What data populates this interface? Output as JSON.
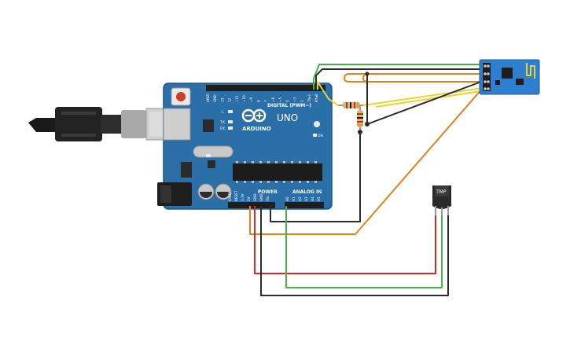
{
  "board": {
    "brand": "ARDUINO",
    "model": "UNO",
    "digital_header_label": "DIGITAL (PWM~)",
    "power_header_label": "POWER",
    "analog_header_label": "ANALOG IN",
    "led_labels": [
      "L",
      "TX",
      "RX"
    ],
    "on_label": "ON",
    "digital_pins": [
      "AREF",
      "GND",
      "13",
      "12",
      "~11",
      "~10",
      "~9",
      "8",
      "7",
      "~6",
      "~5",
      "4",
      "~3",
      "2",
      "TX▸1",
      "RX◂0"
    ],
    "power_pins": [
      "IOREF",
      "RESET",
      "3.3V",
      "5V",
      "GND",
      "GND",
      "Vin"
    ],
    "analog_pins": [
      "A0",
      "A1",
      "A2",
      "A3",
      "A4",
      "A5"
    ]
  },
  "sensor": {
    "label": "TMP"
  },
  "colors": {
    "board": "#2a6fa8",
    "board_dark": "#1d5684",
    "wire_red": "#d62a1e",
    "wire_black": "#2b2b2b",
    "wire_green": "#44b544",
    "wire_orange": "#e0821f",
    "wire_yellow": "#e8d531",
    "esp": "#2e7fd0"
  }
}
